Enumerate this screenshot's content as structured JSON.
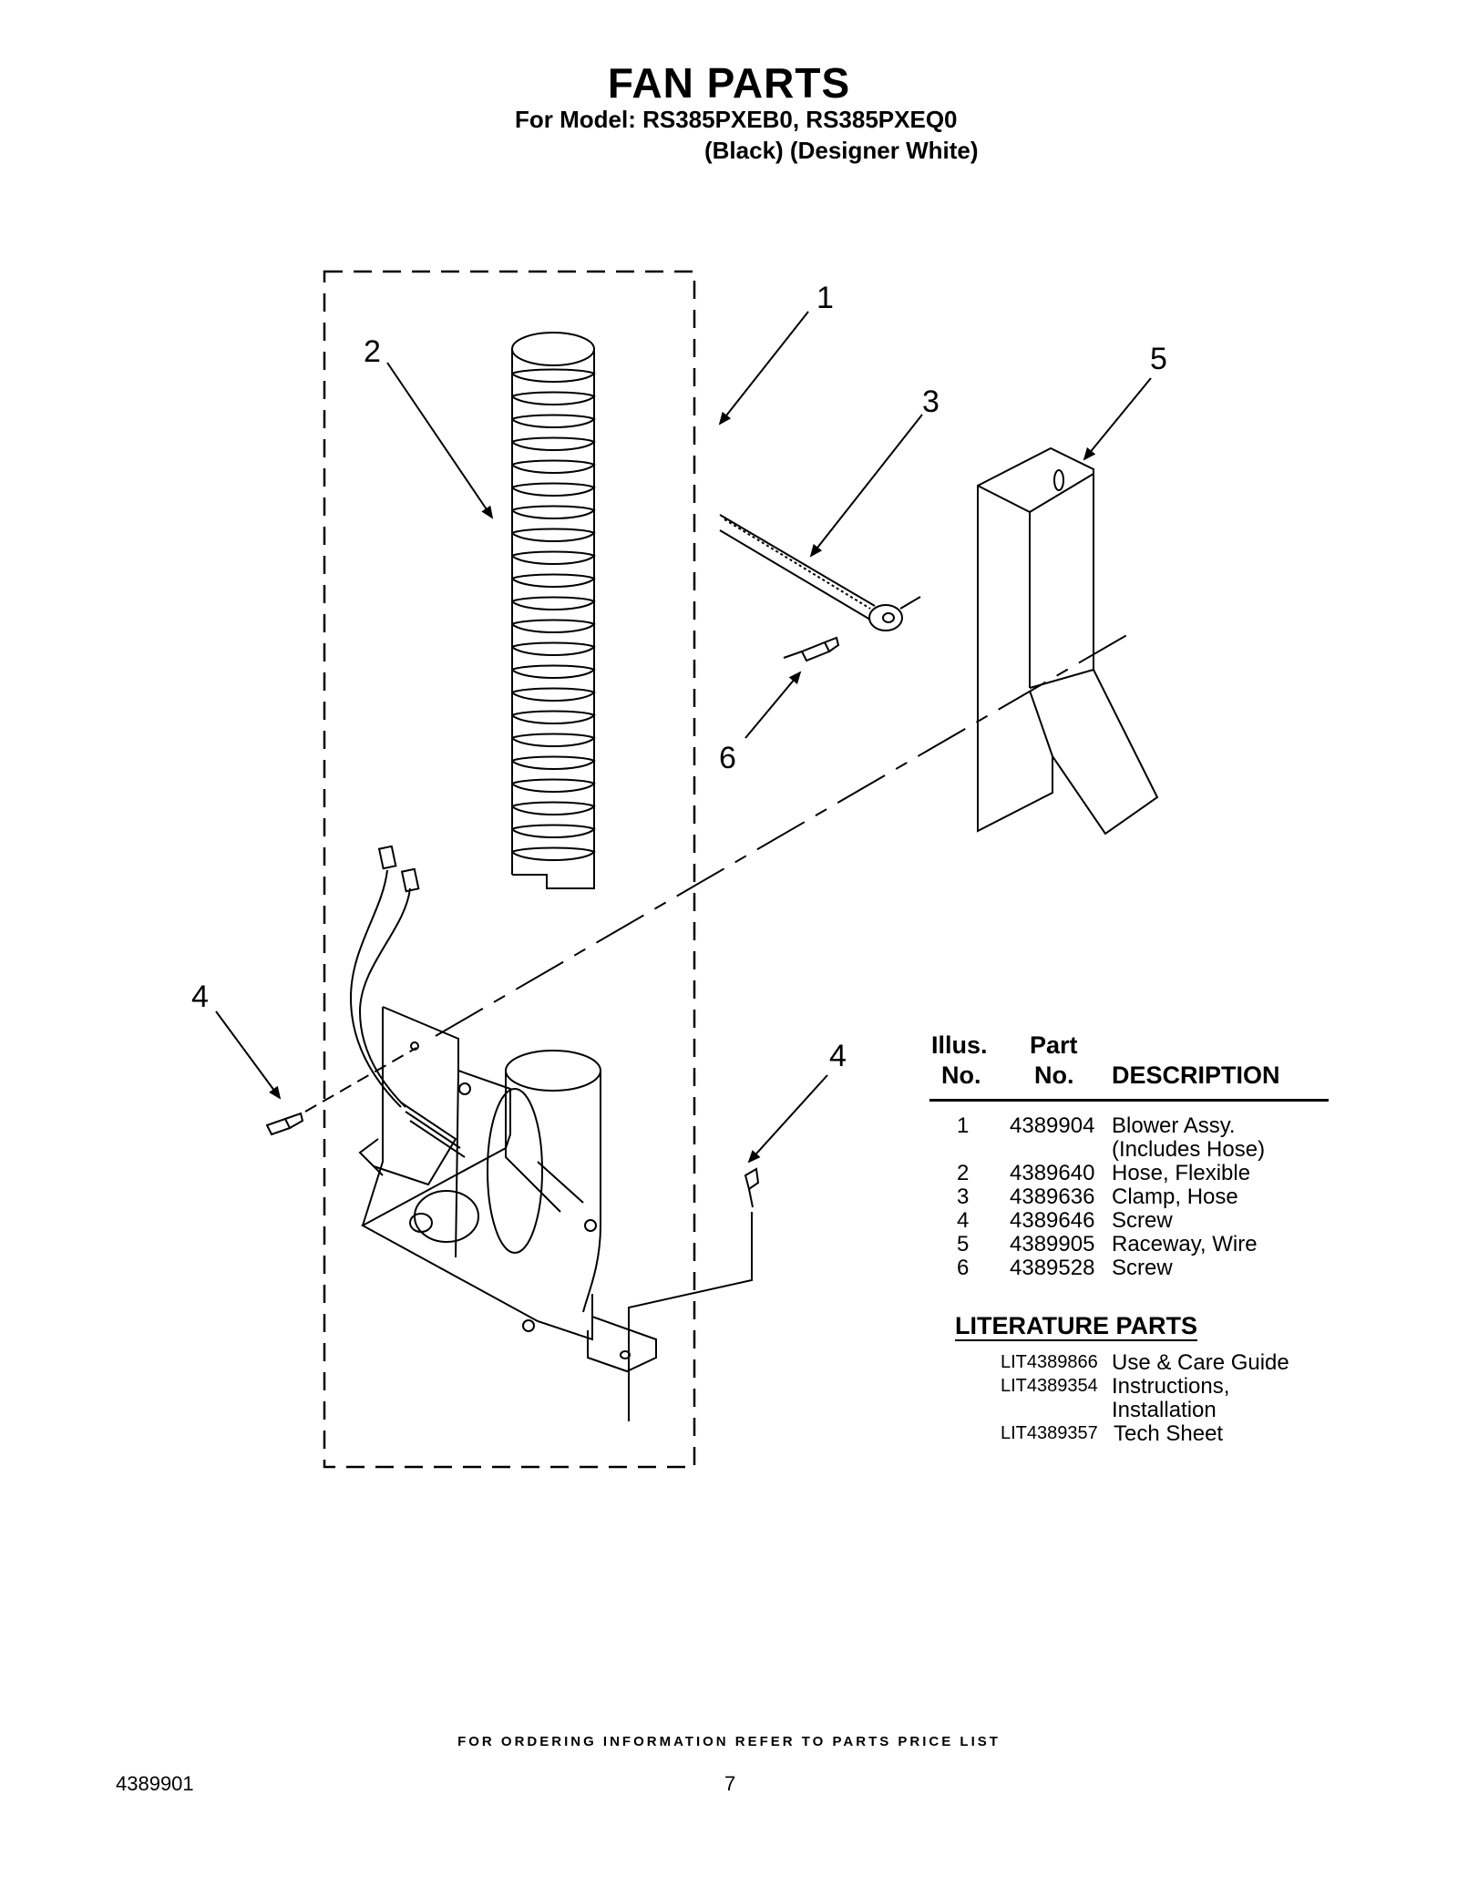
{
  "header": {
    "title": "FAN PARTS",
    "model_line": "For Model: RS385PXEB0, RS385PXEQ0",
    "color_line": "(Black) (Designer White)"
  },
  "callouts": [
    "1",
    "2",
    "3",
    "4",
    "4",
    "5",
    "6"
  ],
  "parts_table": {
    "columns": [
      {
        "line1": "Illus.",
        "line2": "No."
      },
      {
        "line1": "Part",
        "line2": "No."
      },
      {
        "line1": "",
        "line2": "DESCRIPTION"
      }
    ],
    "rows": [
      {
        "illus": "1",
        "part": "4389904",
        "desc": "Blower Assy.",
        "desc2": "(Includes Hose)"
      },
      {
        "illus": "2",
        "part": "4389640",
        "desc": "Hose, Flexible"
      },
      {
        "illus": "3",
        "part": "4389636",
        "desc": "Clamp, Hose"
      },
      {
        "illus": "4",
        "part": "4389646",
        "desc": "Screw"
      },
      {
        "illus": "5",
        "part": "4389905",
        "desc": "Raceway, Wire"
      },
      {
        "illus": "6",
        "part": "4389528",
        "desc": "Screw"
      }
    ]
  },
  "literature": {
    "title": "LITERATURE PARTS",
    "rows": [
      {
        "part": "LIT4389866",
        "desc": "Use & Care Guide"
      },
      {
        "part": "LIT4389354",
        "desc": "Instructions,",
        "desc2": "Installation"
      },
      {
        "part": "LIT4389357",
        "desc": "Tech Sheet"
      }
    ]
  },
  "footer": {
    "ordering_note": "FOR ORDERING INFORMATION REFER TO PARTS PRICE LIST",
    "doc_number": "4389901",
    "page_number": "7"
  }
}
